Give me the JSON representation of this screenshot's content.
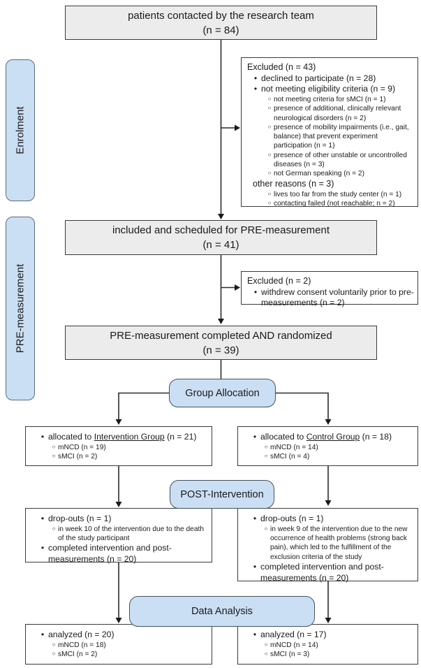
{
  "markers": {
    "bullet": "•",
    "circle": "○"
  },
  "stages": {
    "enrolment": "Enrolment",
    "pre_measurement": "PRE-measurement"
  },
  "boxes": {
    "contacted": {
      "line1": "patients contacted by the research team",
      "line2": "(n = 84)"
    },
    "excluded_enrolment": {
      "title": "Excluded (n = 43)",
      "bullets": [
        "declined to participate (n = 28)",
        "not meeting eligibility criteria (n = 9)"
      ],
      "sub_bullets": [
        "not meeting criteria for sMCI (n = 1)",
        "presence of additional, clinically relevant neurological disorders (n = 2)",
        "presence of mobility impairments (i.e., gait, balance) that prevent experiment participation (n = 1)",
        "presence of other unstable or uncontrolled diseases (n = 3)",
        "not German speaking (n = 2)"
      ],
      "other_reasons": "other reasons (n = 3)",
      "other_sub_bullets": [
        "lives too far from the study center (n = 1)",
        "contacting failed (not reachable; n = 2)"
      ]
    },
    "scheduled": {
      "line1": "included and scheduled for PRE-measurement",
      "line2": "(n = 41)"
    },
    "excluded_pre": {
      "title": "Excluded (n = 2)",
      "bullets": [
        "withdrew consent voluntarily prior to pre-measurements (n = 2)"
      ]
    },
    "randomized": {
      "line1": "PRE-measurement completed AND randomized",
      "line2": "(n = 39)"
    },
    "group_allocation_label": "Group Allocation",
    "intervention_group": {
      "bullet_pre": "allocated to ",
      "bullet_underlined": "Intervention Group",
      "bullet_post": " (n = 21)",
      "sub_bullets": [
        "mNCD (n = 19)",
        "sMCI (n = 2)"
      ]
    },
    "control_group": {
      "bullet_pre": "allocated to ",
      "bullet_underlined": "Control Group",
      "bullet_post": " (n = 18)",
      "sub_bullets": [
        "mNCD (n = 14)",
        "sMCI (n = 4)"
      ]
    },
    "post_intervention_label": "POST-Intervention",
    "dropouts_intervention": {
      "bullet1": "drop-outs (n = 1)",
      "sub1": "in week 10 of the intervention due to the death of the study participant",
      "bullet2": "completed intervention and post-measurements (n = 20)"
    },
    "dropouts_control": {
      "bullet1": "drop-outs (n = 1)",
      "sub1": "in week 9 of the intervention due to the new occurrence of health problems (strong back pain), which led to the fulfillment of the exclusion criteria of the study",
      "bullet2": "completed intervention and post-measurements (n = 20)"
    },
    "data_analysis_label": "Data Analysis",
    "analyzed_intervention": {
      "bullet1": "analyzed (n = 20)",
      "sub_bullets": [
        "mNCD (n = 18)",
        "sMCI (n = 2)"
      ]
    },
    "analyzed_control": {
      "bullet1": "analyzed (n = 17)",
      "sub_bullets": [
        "mNCD (n = 14)",
        "sMCI (n = 3)"
      ]
    }
  },
  "colors": {
    "stage_fill": "#cbdff4",
    "process_fill": "#ececec",
    "detail_fill": "#ffffff",
    "border_dark": "#3a3a3a",
    "connector": "#2b2b2b"
  }
}
